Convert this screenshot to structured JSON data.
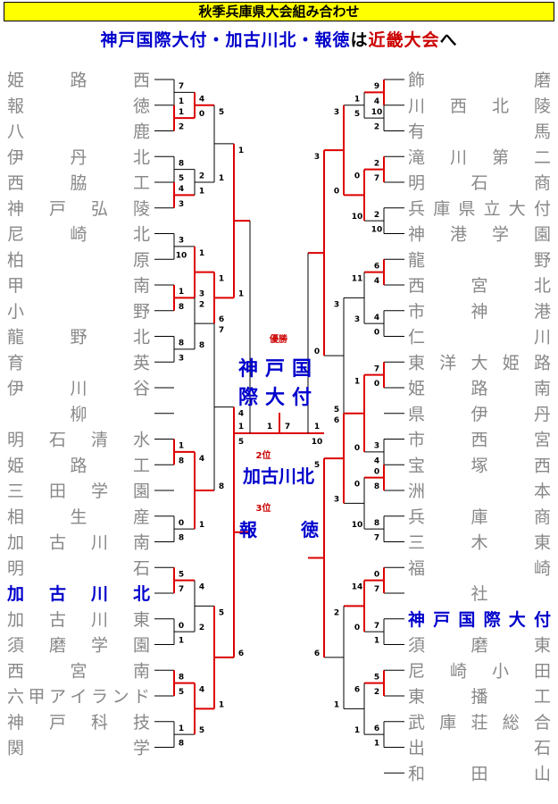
{
  "title": "秋季兵庫県大会組み合わせ",
  "subtitle": {
    "advancing_teams": "神戸国際大付・加古川北・報徳",
    "connector": "は",
    "destination": "近畿大会",
    "suffix": "へ"
  },
  "results": {
    "champion_label": "優勝",
    "champion": "神戸国際大付",
    "second_label": "2位",
    "second": "加古川北",
    "third_label": "3位",
    "third": "報徳"
  },
  "colors": {
    "winner_path": "#dd0000",
    "advancing_team": "#0000cc",
    "team": "#888888",
    "accent": "#cc0000",
    "title_bg": "#ffff00"
  },
  "left_teams": [
    "姫路西",
    "報徳",
    "八鹿",
    "伊丹北",
    "西脇工",
    "神戸弘陵",
    "尼崎北",
    "柏原",
    "甲南",
    "小野",
    "龍野北",
    "育英",
    "伊川谷",
    "柳",
    "明石清水",
    "姫路工",
    "三田学園",
    "相生産",
    "加古川南",
    "明石",
    "加古川北",
    "加古川東",
    "須磨学園",
    "西宮南",
    "六甲アイランド",
    "神戸科技",
    "関学"
  ],
  "right_teams": [
    "飾磨",
    "川西北陵",
    "有馬",
    "滝川第二",
    "明石商",
    "兵庫県立大付",
    "神港学園",
    "龍野",
    "西宮北",
    "市神港",
    "仁川",
    "東洋大姫路",
    "姫路南",
    "県伊丹",
    "市西宮",
    "宝塚西",
    "洲本",
    "兵庫商",
    "三木東",
    "福崎",
    "社",
    "神戸国際大付",
    "須磨東",
    "尼崎小田",
    "東播工",
    "武庫荘総合",
    "出石",
    "和田山"
  ],
  "scores": {
    "left": {
      "r1": [
        [
          "7",
          "1"
        ],
        [
          "1",
          "2"
        ],
        [
          "8",
          "5"
        ],
        [
          "4",
          "3"
        ],
        [
          "3",
          "10"
        ],
        [
          "1",
          "8"
        ],
        [
          "8",
          "3"
        ],
        [
          "1",
          "8"
        ],
        [
          "0",
          "8"
        ],
        [
          "5",
          "7"
        ],
        [
          "0",
          "1"
        ],
        [
          "8",
          "5"
        ],
        [
          "1",
          "8"
        ]
      ],
      "r2": [
        [
          "4",
          "0"
        ],
        [
          "2",
          "1"
        ],
        [
          "1",
          "3"
        ],
        [
          "2",
          "8"
        ],
        [
          "4",
          "1"
        ],
        [
          "4",
          "2"
        ],
        [
          "4",
          "5"
        ]
      ],
      "r3": [
        [
          "5",
          "1"
        ],
        [
          "1",
          "6"
        ],
        [
          "7",
          "8"
        ],
        [
          "5",
          "1"
        ]
      ],
      "r4": [
        [
          "1",
          "1"
        ],
        [
          "4",
          "6"
        ]
      ]
    },
    "right": {
      "r1": [
        [
          "9",
          "4"
        ],
        [
          "10",
          "2"
        ],
        [
          "2",
          "7"
        ],
        [
          "2",
          "10"
        ],
        [
          "6",
          "4"
        ],
        [
          "4",
          "0"
        ],
        [
          "7",
          "0"
        ],
        [
          "3",
          "4"
        ],
        [
          "0",
          "8"
        ],
        [
          "8",
          "7"
        ],
        [
          "0",
          "7"
        ],
        [
          "7",
          "1"
        ],
        [
          "5",
          "2"
        ],
        [
          "6",
          "1"
        ]
      ],
      "r2": [
        [
          "1",
          "5"
        ],
        [
          "0",
          "10"
        ],
        [
          "11",
          "3"
        ],
        [
          "1",
          "0"
        ],
        [
          "0",
          "10"
        ],
        [
          "14",
          "0"
        ],
        [
          "6",
          "1"
        ]
      ],
      "r3": [
        [
          "3",
          "0"
        ],
        [
          "3",
          "5"
        ],
        [
          "6",
          "3"
        ],
        [
          "2",
          "1"
        ]
      ],
      "r4": [
        [
          "3",
          "0"
        ],
        [
          "5",
          "6"
        ]
      ]
    },
    "semis": {
      "left": [
        "1",
        "5"
      ],
      "right": [
        "1",
        "10"
      ]
    },
    "final": [
      "1",
      "7"
    ]
  }
}
